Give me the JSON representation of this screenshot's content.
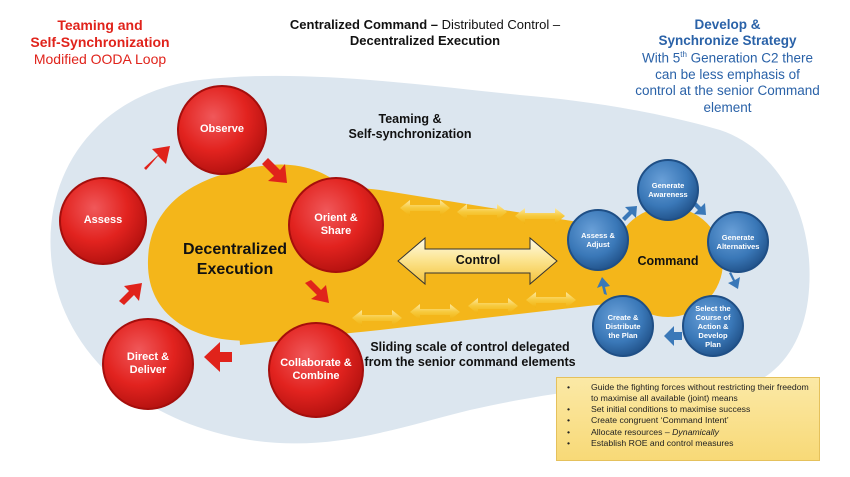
{
  "header_left": {
    "title_line1": "Teaming and",
    "title_line2": "Self-Synchronization",
    "subtitle": "Modified OODA Loop"
  },
  "header_center": {
    "part1": "Centralized Command",
    "sep1": " – ",
    "part2": "Distributed Control",
    "sep2": " –",
    "part3": "Decentralized Execution"
  },
  "header_right": {
    "title_line1": "Develop &",
    "title_line2": "Synchronize Strategy",
    "body_pre": "With 5",
    "body_sup": "th",
    "body_post": " Generation C2 there can be less emphasis of control at the senior Command element"
  },
  "labels": {
    "teaming_line1": "Teaming &",
    "teaming_line2": "Self-synchronization",
    "decentralized_line1": "Decentralized",
    "decentralized_line2": "Execution",
    "control": "Control",
    "command": "Command",
    "sliding_line1": "Sliding scale of control delegated",
    "sliding_line2": "from the senior command elements"
  },
  "ooda_loop": [
    {
      "id": "observe",
      "label": "Observe"
    },
    {
      "id": "orient",
      "label": "Orient & Share"
    },
    {
      "id": "collaborate",
      "label": "Collaborate & Combine"
    },
    {
      "id": "direct",
      "label": "Direct & Deliver"
    },
    {
      "id": "assess",
      "label": "Assess"
    }
  ],
  "command_loop": [
    {
      "id": "generate-awareness",
      "label": "Generate Awareness"
    },
    {
      "id": "generate-alternatives",
      "label": "Generate Alternatives"
    },
    {
      "id": "select-coa",
      "label": "Select the Course of Action & Develop Plan"
    },
    {
      "id": "create-distribute",
      "label": "Create & Distribute the Plan"
    },
    {
      "id": "assess-adjust",
      "label": "Assess & Adjust"
    }
  ],
  "bullets": [
    {
      "text": "Guide the fighting forces without restricting their freedom to maximise all available (joint) means"
    },
    {
      "text": "Set initial conditions to maximise success"
    },
    {
      "text": "Create congruent ‘Command Intent’"
    },
    {
      "text": "Allocate resources – ",
      "italic": "Dynamically"
    },
    {
      "text": "Establish ROE and control measures"
    }
  ],
  "colors": {
    "red": "#e0231b",
    "blue_text": "#2a62a8",
    "blue_circle": "#3a78b8",
    "gold": "#f4b61a",
    "background_blob": "#dce6ef"
  }
}
